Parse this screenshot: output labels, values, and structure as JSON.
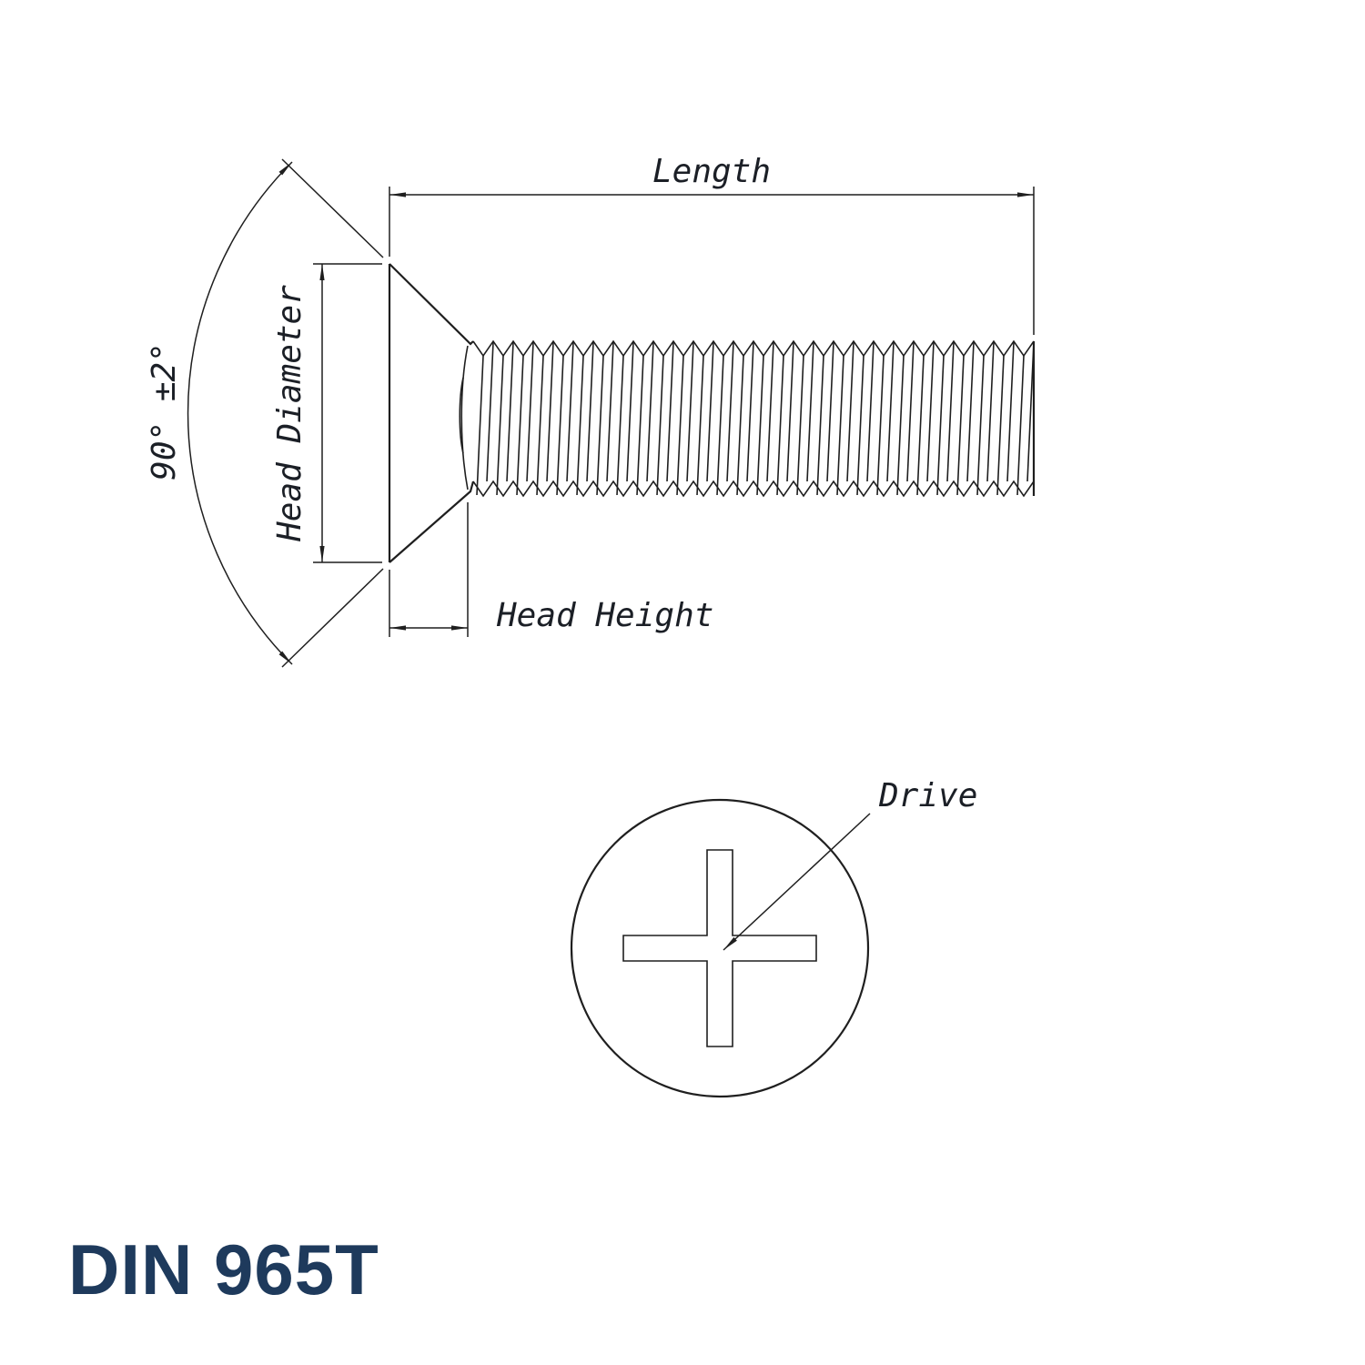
{
  "title": "DIN 965T",
  "labels": {
    "length": "Length",
    "head_diameter": "Head Diameter",
    "angle": "90° ±2°",
    "head_height": "Head Height",
    "drive": "Drive"
  },
  "colors": {
    "line": "#1f1f1f",
    "text": "#1b1f26",
    "title": "#1e3a5c"
  }
}
